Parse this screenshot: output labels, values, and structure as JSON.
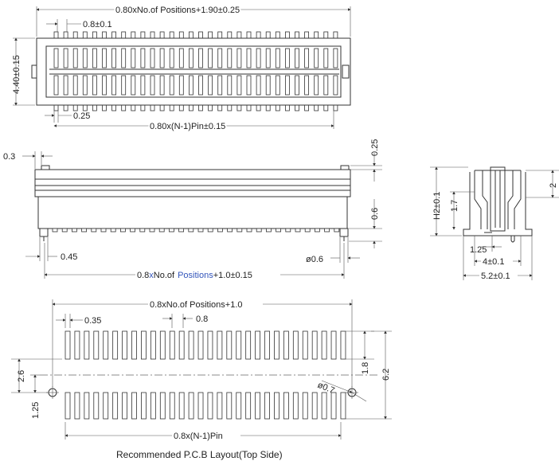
{
  "colors": {
    "line": "#333333",
    "blue_text": "#3355bb"
  },
  "top_view": {
    "overall_width": "0.80xNo.of  Positions+1.90±0.25",
    "pitch": "0.8±0.1",
    "height": "4.40±0.15",
    "pin_width": "0.25",
    "pin_span": "0.80x(N-1)Pin±0.15"
  },
  "side_view": {
    "offset": "0.3",
    "top_gap": "0.25",
    "leg": "0.6",
    "peg_offset": "0.45",
    "peg_dia": "ø0.6",
    "length_prefix": "0.8",
    "length_x": "x",
    "length_no_of": "No.of",
    "length_positions": "Positions",
    "length_suffix": "+1.0±0.15"
  },
  "end_view": {
    "height": "H2±0.1",
    "inner": "1.7",
    "top": "2",
    "d1": "1.25",
    "d2": "4±0.1",
    "d3": "5.2±0.1"
  },
  "pcb": {
    "overall": "0.8xNo.of  Positions+1.0",
    "pad_w": "0.35",
    "pitch": "0.8",
    "row_offset": "2.6",
    "hole_offset": "1.25",
    "pad_len": "1.8",
    "total_h": "6.2",
    "hole_dia": "ø0.7",
    "span": "0.8x(N-1)Pin",
    "caption": "Recommended  P.C.B  Layout(Top Side)"
  }
}
